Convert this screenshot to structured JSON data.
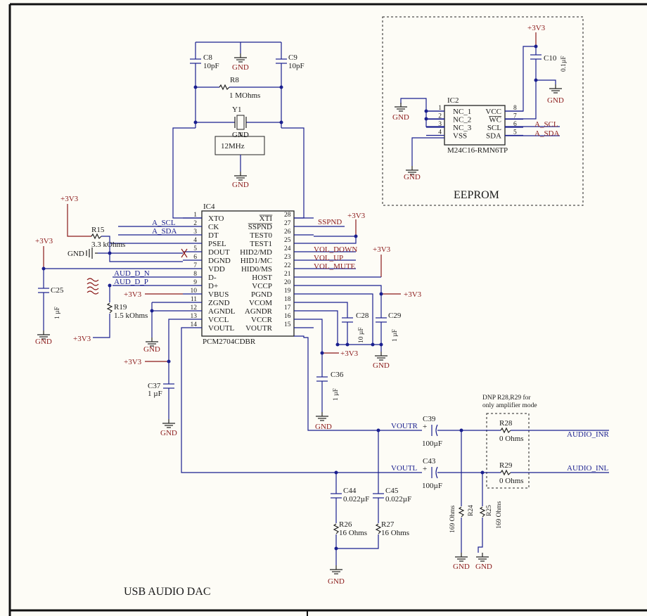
{
  "frame": {
    "title": "USB AUDIO DAC",
    "eeprom_title": "EEPROM",
    "dnp_note_1": "DNP R28,R29 for",
    "dnp_note_2": "only amplifier mode"
  },
  "ic4": {
    "ref": "IC4",
    "part": "PCM2704CDBR",
    "left_pins": [
      {
        "num": "1",
        "name": "XTO"
      },
      {
        "num": "2",
        "name": "CK"
      },
      {
        "num": "3",
        "name": "DT"
      },
      {
        "num": "4",
        "name": "PSEL"
      },
      {
        "num": "5",
        "name": "DOUT"
      },
      {
        "num": "6",
        "name": "DGND"
      },
      {
        "num": "7",
        "name": "VDD"
      },
      {
        "num": "8",
        "name": "D-"
      },
      {
        "num": "9",
        "name": "D+"
      },
      {
        "num": "10",
        "name": "VBUS"
      },
      {
        "num": "11",
        "name": "ZGND"
      },
      {
        "num": "12",
        "name": "AGNDL"
      },
      {
        "num": "13",
        "name": "VCCL"
      },
      {
        "num": "14",
        "name": "VOUTL"
      }
    ],
    "right_pins": [
      {
        "num": "28",
        "name": "XTI"
      },
      {
        "num": "27",
        "name": "SSPND"
      },
      {
        "num": "26",
        "name": "TEST0"
      },
      {
        "num": "25",
        "name": "TEST1"
      },
      {
        "num": "24",
        "name": "HID2/MD"
      },
      {
        "num": "23",
        "name": "HID1/MC"
      },
      {
        "num": "22",
        "name": "HID0/MS"
      },
      {
        "num": "21",
        "name": "HOST"
      },
      {
        "num": "20",
        "name": "VCCP"
      },
      {
        "num": "19",
        "name": "PGND"
      },
      {
        "num": "18",
        "name": "VCOM"
      },
      {
        "num": "17",
        "name": "AGNDR"
      },
      {
        "num": "16",
        "name": "VCCR"
      },
      {
        "num": "15",
        "name": "VOUTR"
      }
    ]
  },
  "ic2": {
    "ref": "IC2",
    "part": "M24C16-RMN6TP",
    "left_pins": [
      {
        "num": "1",
        "name": "NC_1"
      },
      {
        "num": "2",
        "name": "NC_2"
      },
      {
        "num": "3",
        "name": "NC_3"
      },
      {
        "num": "4",
        "name": "VSS"
      }
    ],
    "right_pins": [
      {
        "num": "8",
        "name": "VCC"
      },
      {
        "num": "7",
        "name": "WC"
      },
      {
        "num": "6",
        "name": "SCL"
      },
      {
        "num": "5",
        "name": "SDA"
      }
    ]
  },
  "nets": {
    "a_scl": "A_SCL",
    "a_sda": "A_SDA",
    "sspnd": "SSPND",
    "vol_down": "VOL_DOWN",
    "vol_up": "VOL_UP",
    "vol_mute": "VOL_MUTE",
    "aud_d_n": "AUD_D_N",
    "aud_d_p": "AUD_D_P",
    "voutr": "VOUTR",
    "voutl": "VOUTL",
    "audio_inr": "AUDIO_INR",
    "audio_inl": "AUDIO_INL",
    "p3v3": "+3V3",
    "gnd": "GND"
  },
  "parts": {
    "c8": {
      "ref": "C8",
      "val": "10pF"
    },
    "c9": {
      "ref": "C9",
      "val": "10pF"
    },
    "r8": {
      "ref": "R8",
      "val": "1 MOhms"
    },
    "y1": {
      "ref": "Y1",
      "val": "12MHz"
    },
    "c10": {
      "ref": "C10",
      "val": "0.1µF"
    },
    "r15": {
      "ref": "R15",
      "val": "3.3 kOhms"
    },
    "c25": {
      "ref": "C25",
      "val": "1 µF"
    },
    "r19": {
      "ref": "R19",
      "val": "1.5 kOhms"
    },
    "c28": {
      "ref": "C28",
      "val": "10 µF"
    },
    "c29": {
      "ref": "C29",
      "val": "1 µF"
    },
    "c36": {
      "ref": "C36",
      "val": "1 µF"
    },
    "c37": {
      "ref": "C37",
      "val": "1 µF"
    },
    "c39": {
      "ref": "C39",
      "val": "100µF"
    },
    "c43": {
      "ref": "C43",
      "val": "100µF"
    },
    "r28": {
      "ref": "R28",
      "val": "0 Ohms"
    },
    "r29": {
      "ref": "R29",
      "val": "0 Ohms"
    },
    "c44": {
      "ref": "C44",
      "val": "0.022µF"
    },
    "c45": {
      "ref": "C45",
      "val": "0.022µF"
    },
    "r26": {
      "ref": "R26",
      "val": "16 Ohms"
    },
    "r27": {
      "ref": "R27",
      "val": "16 Ohms"
    },
    "r24": {
      "ref": "R24",
      "val": "169 Ohms"
    },
    "r25": {
      "ref": "R25",
      "val": "169 Ohms"
    }
  }
}
